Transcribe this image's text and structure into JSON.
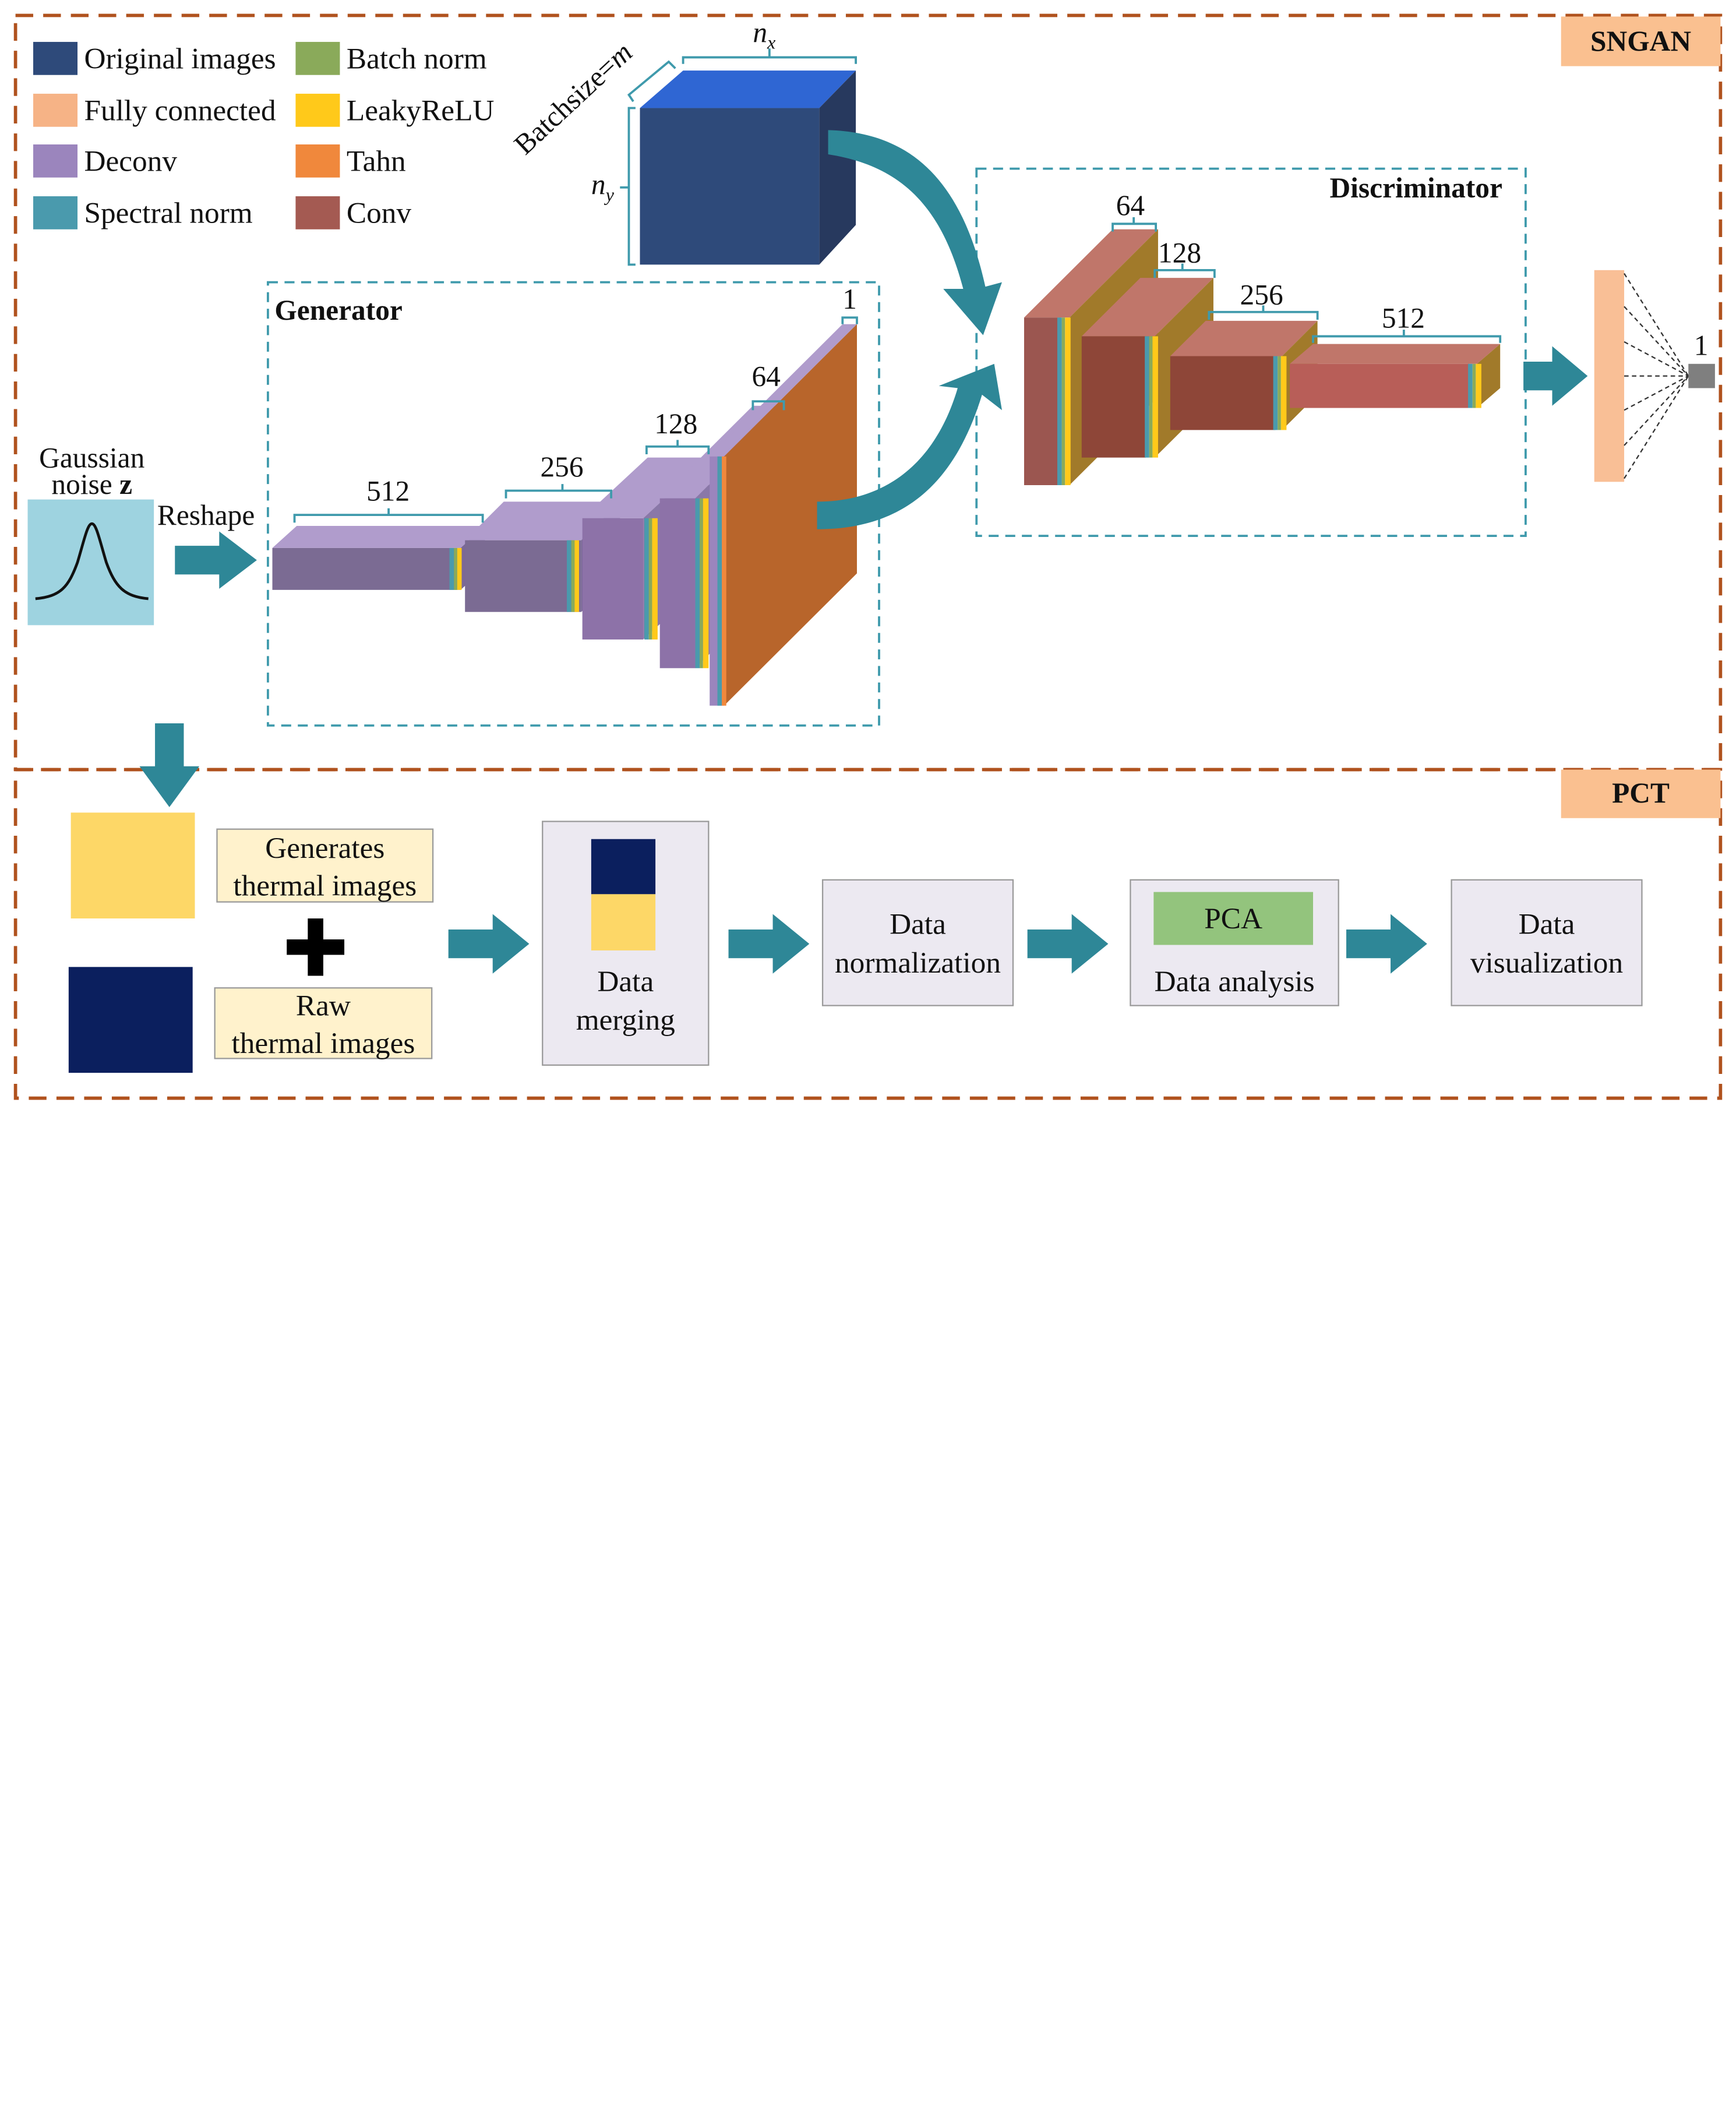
{
  "sections": {
    "sngan": "SNGAN",
    "pct": "PCT"
  },
  "legend": [
    {
      "label": "Original images",
      "color": "#2e4a7a"
    },
    {
      "label": "Fully connected",
      "color": "#f6b386"
    },
    {
      "label": "Deconv",
      "color": "#9b85bd"
    },
    {
      "label": "Spectral norm",
      "color": "#4a9aad"
    },
    {
      "label": "Batch norm",
      "color": "#8aaa5a"
    },
    {
      "label": "LeakyReLU",
      "color": "#ffc91a"
    },
    {
      "label": "Tahn",
      "color": "#f0883c"
    },
    {
      "label": "Conv",
      "color": "#a45a52"
    }
  ],
  "original": {
    "batch_prefix": "Batchsize=",
    "batch_var": "m",
    "nx_base": "n",
    "nx_sub": "x",
    "ny_base": "n",
    "ny_sub": "y"
  },
  "noise": {
    "line1": "Gaussian",
    "line2": "noise ",
    "var": "z",
    "reshape": "Reshape"
  },
  "generator": {
    "title": "Generator",
    "dims": [
      "512",
      "256",
      "128",
      "64",
      "1"
    ]
  },
  "discriminator": {
    "title": "Discriminator",
    "dims": [
      "64",
      "128",
      "256",
      "512"
    ]
  },
  "output": {
    "label": "1"
  },
  "pct": {
    "generates": [
      "Generates",
      "thermal images"
    ],
    "raw": [
      "Raw",
      "thermal images"
    ],
    "merging": [
      "Data",
      "merging"
    ],
    "normalization": [
      "Data",
      "normalization"
    ],
    "pca": "PCA",
    "analysis": "Data analysis",
    "visualization": [
      "Data",
      "visualization"
    ]
  },
  "colors": {
    "frame": "#b0521e",
    "dashed_box": "#3f9aac",
    "arrow": "#2e8797",
    "generated_image": "#fdd767",
    "raw_image": "#0b1f5e",
    "label_box": "#fff2cc",
    "process_box": "#ece9f1",
    "pca": "#93c47d",
    "gaussian_bg": "#9ed3e0",
    "output_node": "#7f7f7f"
  }
}
